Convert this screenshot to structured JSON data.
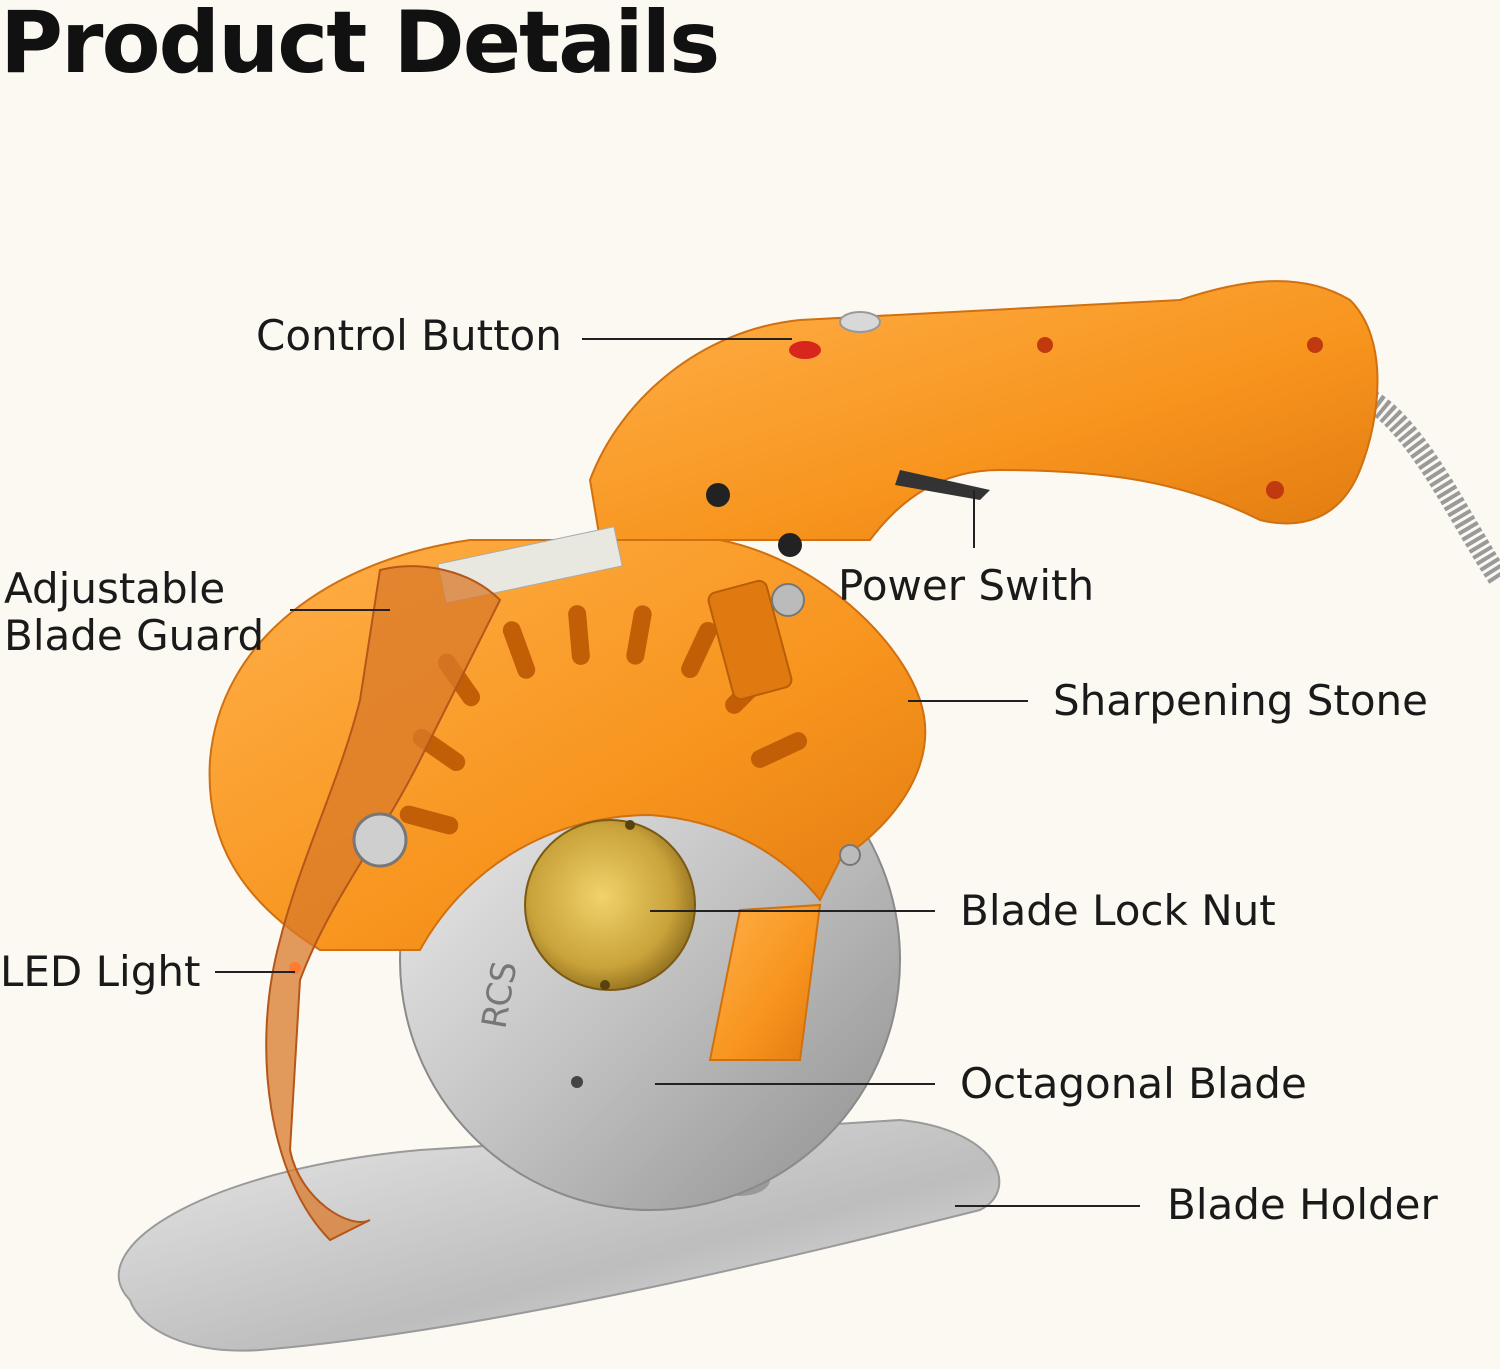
{
  "title": "Product Details",
  "callouts": {
    "control_button": "Control Button",
    "power_switch": "Power Swith",
    "blade_guard_line1": "Adjustable",
    "blade_guard_line2": "Blade Guard",
    "sharpening_stone": "Sharpening Stone",
    "blade_lock_nut": "Blade Lock Nut",
    "led_light": "LED Light",
    "octagonal_blade": "Octagonal Blade",
    "blade_holder": "Blade Holder"
  },
  "product_markings": {
    "blade_text": "RCS"
  },
  "colors": {
    "background": "#fbf9f2",
    "body_orange": "#f7941d",
    "guard_amber": "#d97a2a",
    "nut_brass": "#c9a23a",
    "steel": "#c9c9c9"
  }
}
